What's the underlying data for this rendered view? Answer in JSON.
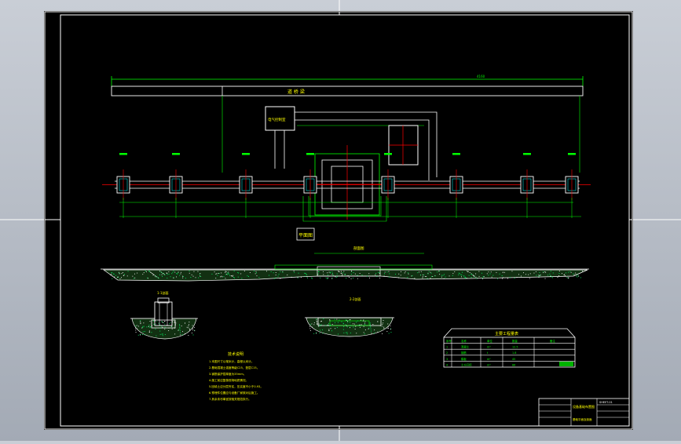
{
  "colors": {
    "background": "#b8bec8",
    "sheet": "#000000",
    "frame": "#ffffff",
    "lines": "#00ff00",
    "accent": "#ff0000",
    "annotation": "#00ffff",
    "text": "#ffff00"
  },
  "drawing": {
    "plan_label": "平面图",
    "top_beam_label": "道 桥 梁",
    "equipment_label": "电气控制室",
    "dim_top": "4160",
    "section_title": "剖面图",
    "small_section_title": "1-1剖面",
    "big_section_title": "2-2剖面",
    "notes_title": "技术说明",
    "notes": [
      "1.本图尺寸以毫米计，高程以米计。",
      "2.基础混凝土强度等级C25，垫层C15。",
      "3.钢筋保护层厚度为35mm。",
      "4.施工前应复核现场地质情况。",
      "5.回填土应分层夯实，压实度不小于0.93。",
      "6.预埋件位置应与设备厂家核对后施工。",
      "7.其余未尽事宜按相关规范执行。"
    ],
    "table_title": "主要工程量表",
    "table_rows": [
      [
        "序号",
        "名称",
        "单位",
        "数量",
        "备注"
      ],
      [
        "1",
        "混凝土",
        "m³",
        "12.5",
        ""
      ],
      [
        "2",
        "钢筋",
        "t",
        "1.8",
        ""
      ],
      [
        "3",
        "模板",
        "m²",
        "45",
        ""
      ],
      [
        "4",
        "土方开挖",
        "m³",
        "86",
        ""
      ]
    ],
    "title_block": {
      "project": "设备基础布置图",
      "drawing_no": "SHEET-01",
      "sub": "基础平面及剖面"
    }
  }
}
